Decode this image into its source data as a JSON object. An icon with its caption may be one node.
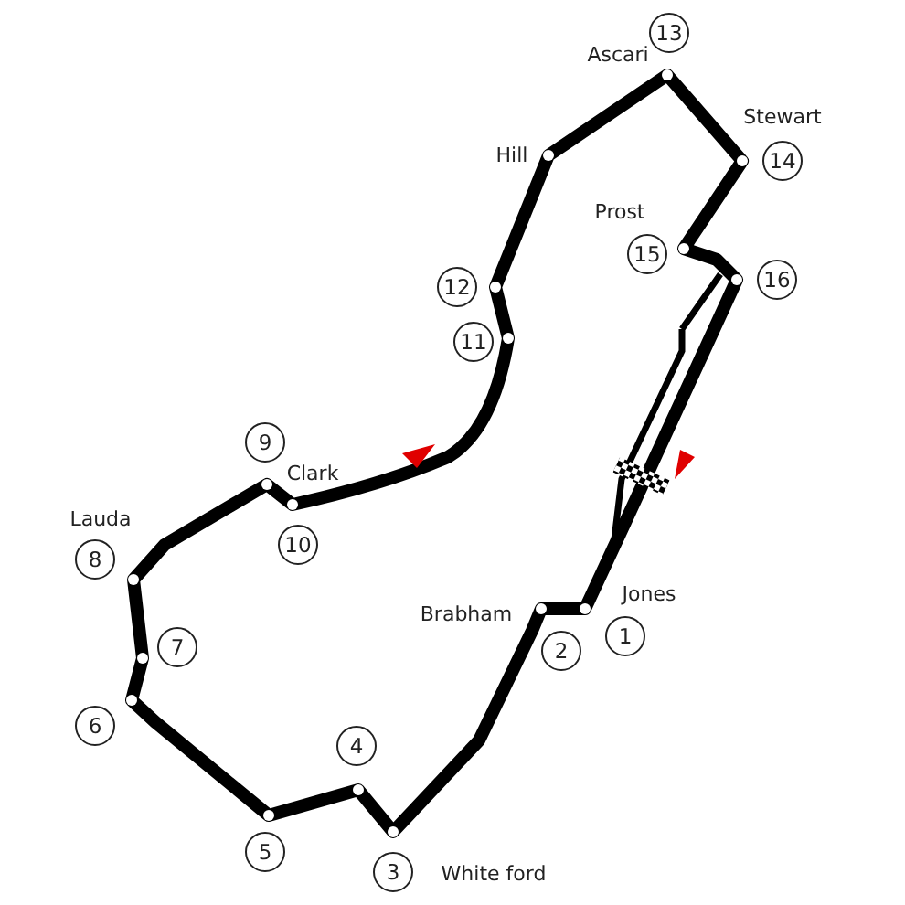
{
  "diagram": {
    "nodes": [
      {
        "text": [
          "1"
        ]
      },
      {
        "text": [
          "2"
        ]
      },
      {
        "text": [
          "3"
        ]
      },
      {
        "text": [
          "4"
        ]
      },
      {
        "text": [
          "5"
        ]
      },
      {
        "text": [
          "6"
        ]
      },
      {
        "text": [
          "7"
        ]
      },
      {
        "text": [
          "8"
        ]
      },
      {
        "text": [
          "9"
        ]
      },
      {
        "text": [
          "10"
        ]
      },
      {
        "text": [
          "11"
        ]
      },
      {
        "text": [
          "12"
        ]
      },
      {
        "text": [
          "13"
        ]
      },
      {
        "text": [
          "14"
        ]
      },
      {
        "text": [
          "15"
        ]
      },
      {
        "text": [
          "16"
        ]
      }
    ],
    "labels": [
      "Ascari",
      "Stewart",
      "Hill",
      "Prost",
      "Clark",
      "Lauda",
      "Brabham",
      "Jones",
      "White ford"
    ]
  }
}
